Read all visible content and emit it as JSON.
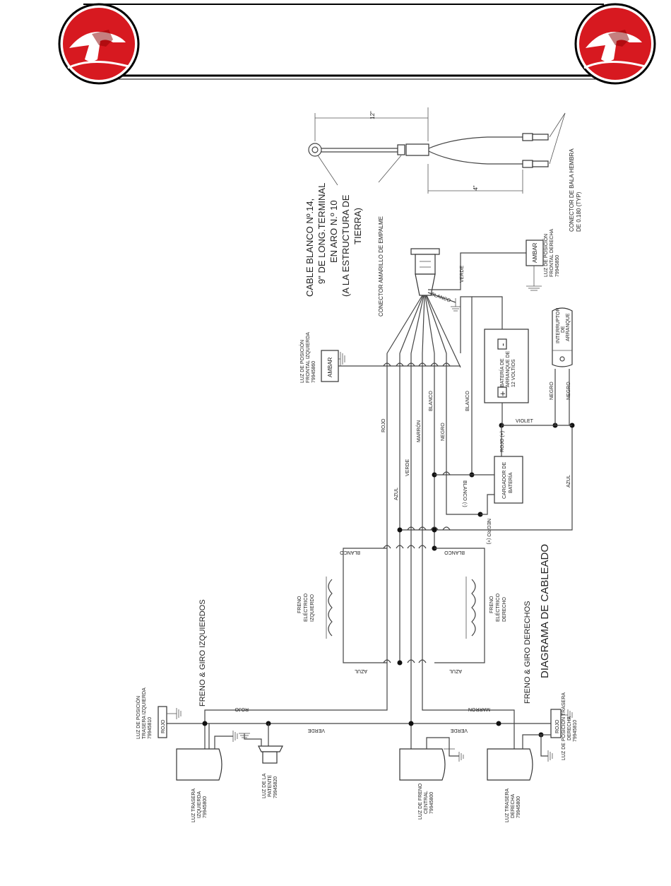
{
  "header": {
    "brand_color": "#d71920"
  },
  "labels": {
    "cable_blanco": [
      "CABLE BLANCO Nº.14,",
      "9\" DE LONG.TERMINAL",
      "EN ARO N.º 10",
      "(A LA ESTRUCTURA DE",
      "TIERRA)"
    ],
    "conector_amarillo": "CONECTOR AMARILLO DE EMPALME",
    "conector_bala": [
      "CONECTOR DE BALA HEMBRA",
      "DE 0.180 (TYP)"
    ],
    "dim_12": "12\"",
    "dim_4": "4\"",
    "luz_pos_frontal_izq": [
      "LUZ DE POSICIÓN",
      "FRONTAL IZQUIERDA",
      "79945860"
    ],
    "luz_pos_frontal_der": [
      "LUZ DE POSICIÓN",
      "FRONTAL DERECHA",
      "79945850"
    ],
    "ambar": "AMBAR",
    "bateria": [
      "BATERÍA DE",
      "ARRANQUE DE",
      "12 VOLTIOS"
    ],
    "plus": "+",
    "minus": "-",
    "interruptor": [
      "INTERRUPTOR",
      "DE",
      "ARRANQUE"
    ],
    "cargador": [
      "CARGADOR DE",
      "BATERÍA"
    ],
    "freno_izq": [
      "FRENO",
      "ELÉCTRICO",
      "IZQUIERDO"
    ],
    "freno_der": [
      "FRENO",
      "ELÉCTRICO",
      "DERECHO"
    ],
    "freno_giro_izq": "FRENO & GIRO IZQUIERDOS",
    "freno_giro_der": "FRENO & GIRO DERECHOS",
    "titulo": "DIAGRAMA DE CABLEADO",
    "luz_pos_trasera_izq": [
      "LUZ DE POSICIÓN",
      "TRASERA IZQUIERDA",
      "79945810"
    ],
    "luz_pos_trasera_der": [
      "LUZ DE POSICIÓN TRASERA",
      "DERECHA",
      "79945810"
    ],
    "rojo_box": "ROJO",
    "luz_trasera_izq": [
      "LUZ TRASERA",
      "IZQUIERDA",
      "79945800"
    ],
    "luz_patente": [
      "LUZ DE LA",
      "PATENTE",
      "79945820"
    ],
    "luz_freno_central": [
      "LUZ DE FRENO",
      "CENTRAL",
      "79945800"
    ],
    "luz_trasera_der": [
      "LUZ TRASERA",
      "DERECHA",
      "79945800"
    ]
  },
  "wires": {
    "verde": "VERDE",
    "blanco": "BLANCO",
    "rojo": "ROJO",
    "azul": "AZUL",
    "marron": "MARRÓN",
    "marron_alt": "MARRON",
    "negro": "NEGRO",
    "violet": "VIOLET",
    "rojo_plus": "ROJO (+)",
    "blanco_minus": "BLANCO (-)",
    "negro_plus": "NEGRO (+)"
  }
}
